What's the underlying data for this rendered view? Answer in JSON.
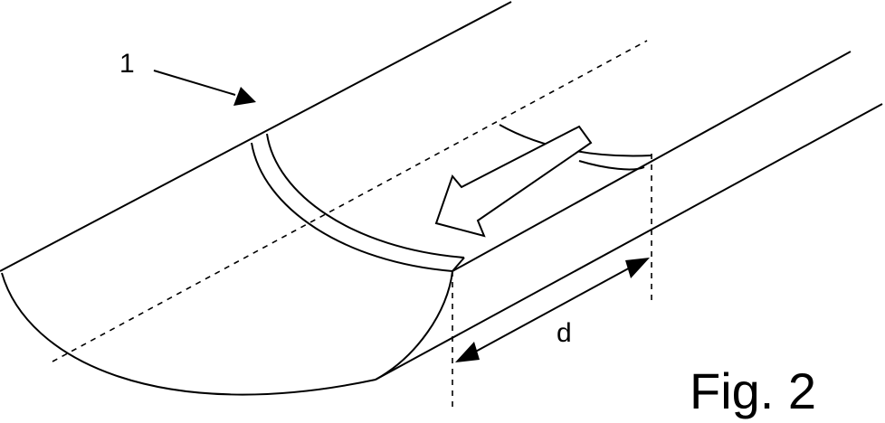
{
  "figure": {
    "reference_label": "1",
    "dimension_label": "d",
    "caption": "Fig. 2"
  }
}
